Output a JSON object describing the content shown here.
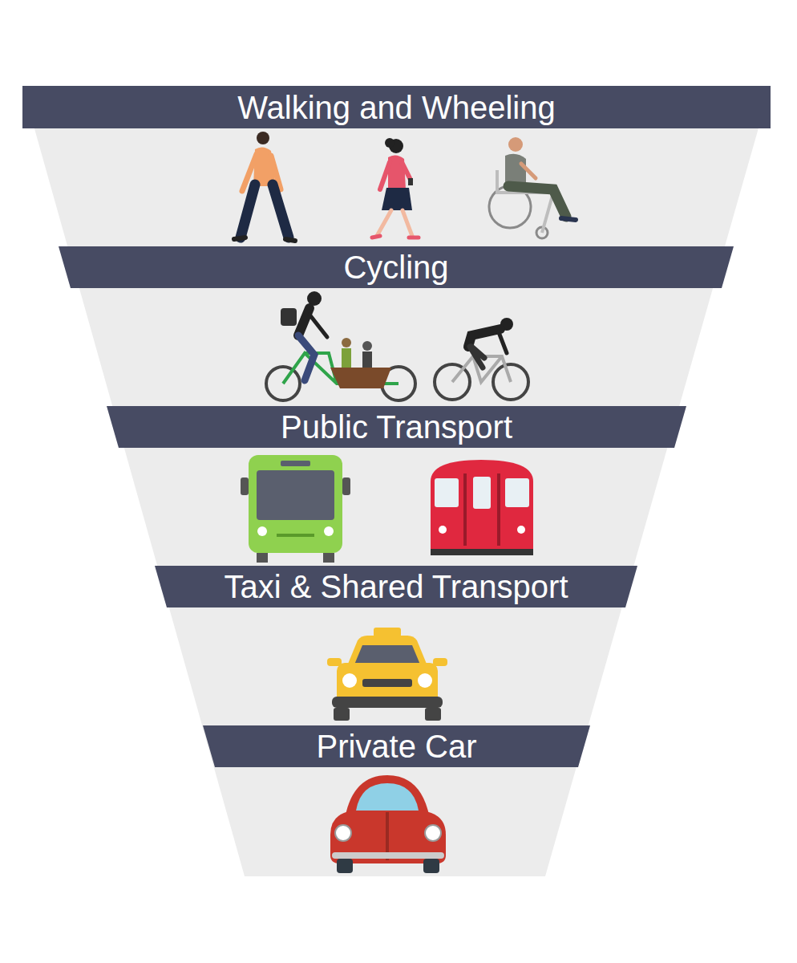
{
  "diagram": {
    "nodes": [
      {
        "text": [
          "Walking and Wheeling"
        ]
      },
      {
        "text": [
          "Cycling"
        ]
      },
      {
        "text": [
          "Public Transport"
        ]
      },
      {
        "text": [
          "Taxi & Shared Transport"
        ]
      },
      {
        "text": [
          "Private Car"
        ]
      }
    ]
  }
}
